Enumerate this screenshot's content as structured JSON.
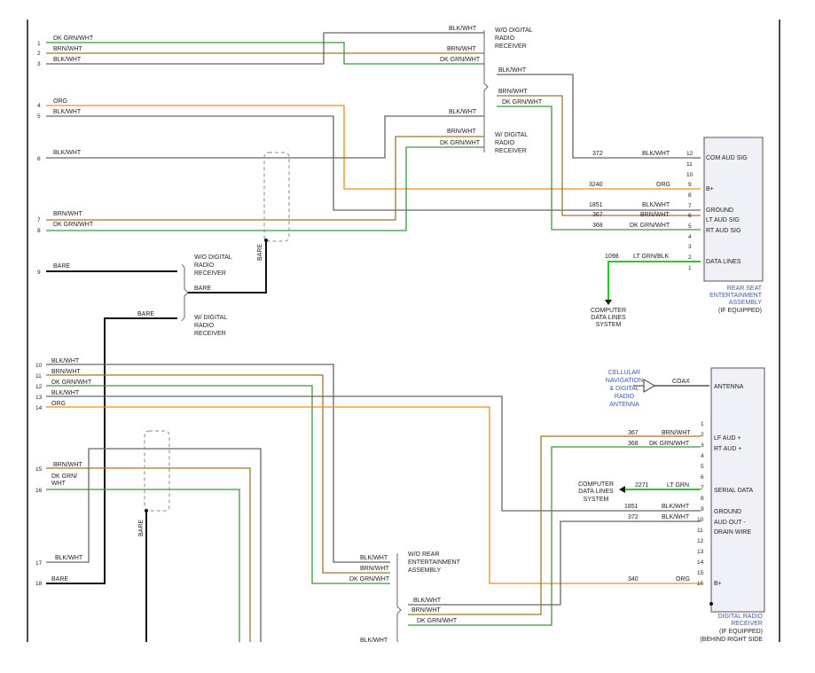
{
  "colors": {
    "blk_wht": "#666666",
    "brn_wht": "#a0782c",
    "dk_grn_wht": "#3a9a3a",
    "org": "#f08c1a",
    "lt_grn": "#22cc22",
    "bare": "#111111",
    "label_blue": "#3b5aa8"
  },
  "pins_left": [
    "1",
    "2",
    "3",
    "4",
    "5",
    "6",
    "7",
    "8",
    "9",
    "10",
    "11",
    "12",
    "13",
    "14",
    "15",
    "16",
    "17",
    "18"
  ],
  "wire_labels": {
    "p1": "DK GRN/WHT",
    "p2": "BRN/WHT",
    "p3": "BLK/WHT",
    "p4": "ORG",
    "p5": "BLK/WHT",
    "p6": "BLK/WHT",
    "p7": "BRN/WHT",
    "p8": "DK GRN/WHT",
    "p9": "BARE",
    "p10": "BLK/WHT",
    "p11": "BRN/WHT",
    "p12": "DK GRN/WHT",
    "p13": "BLK/WHT",
    "p14": "ORG",
    "p15": "BRN/WHT",
    "p16_a": "DK GRN/",
    "p16_b": "WHT",
    "p17": "BLK/WHT",
    "p18": "BARE",
    "top_a": "BLK/WHT",
    "top_b": "BRN/WHT",
    "top_c": "DK GRN/WHT",
    "mid_a": "BLK/WHT",
    "mid_b": "BRN/WHT",
    "mid_c": "DK GRN/WHT",
    "right_a": "BLK/WHT",
    "right_b": "BRN/WHT",
    "right_c": "DK GRN/WHT",
    "bare_mid": "BARE",
    "bare_low": "BARE",
    "bare_v1": "BARE",
    "bare_v2": "BARE",
    "wo_rear_1": "BLK/WHT",
    "wo_rear_2": "BRN/WHT",
    "wo_rear_3": "DK GRN/WHT",
    "bot_1": "BLK/WHT",
    "bot_2": "BRN/WHT",
    "bot_3": "DK GRN/WHT",
    "bot_4": "BLK/WHT"
  },
  "splice_labels": {
    "wo_digital_top": [
      "W/O DIGITAL",
      "RADIO",
      "RECEIVER"
    ],
    "w_digital_top": [
      "W/ DIGITAL",
      "RADIO",
      "RECEIVER"
    ],
    "wo_digital_mid": [
      "W/O DIGITAL",
      "RADIO",
      "RECEIVER"
    ],
    "w_digital_mid": [
      "W/ DIGITAL",
      "RADIO",
      "RECEIVER"
    ],
    "wo_rear": [
      "W/O REAR",
      "ENTERTAINMENT",
      "ASSEMBLY"
    ]
  },
  "rear_seat": {
    "pins": [
      "12",
      "11",
      "10",
      "9",
      "8",
      "7",
      "6",
      "5",
      "4",
      "3",
      "2",
      "1"
    ],
    "pin_labels": {
      "12": "COM AUD SIG",
      "9": "B+",
      "7": "GROUND",
      "6": "LT AUD SIG",
      "5": "RT AUD SIG",
      "2": "DATA LINES"
    },
    "circuits": [
      {
        "num": "372",
        "color": "BLK/WHT"
      },
      {
        "num": "3240",
        "color": "ORG"
      },
      {
        "num": "1851",
        "color": "BLK/WHT"
      },
      {
        "num": "367",
        "color": "BRN/WHT"
      },
      {
        "num": "368",
        "color": "DK GRN/WHT"
      },
      {
        "num": "1098",
        "color": "LT GRN/BLK"
      }
    ],
    "title": [
      "REAR SEAT",
      "ENTERTAINMENT",
      "ASSEMBLY"
    ],
    "note": "(IF EQUIPPED)"
  },
  "computer_data_top": [
    "COMPUTER",
    "DATA LINES",
    "SYSTEM"
  ],
  "digital_radio": {
    "pins": [
      "1",
      "2",
      "3",
      "4",
      "5",
      "6",
      "7",
      "8",
      "9",
      "10",
      "11",
      "12",
      "13",
      "14",
      "15",
      "16"
    ],
    "antenna_label": "ANTENNA",
    "pin_labels": {
      "2": "LF AUD +",
      "3": "RT AUD +",
      "7": "SERIAL DATA",
      "9": "GROUND",
      "10": "AUD OUT -",
      "11": "DRAIN WIRE",
      "16": "B+"
    },
    "circuits": [
      {
        "num": "367",
        "color": "BRN/WHT"
      },
      {
        "num": "368",
        "color": "DK GRN/WHT"
      },
      {
        "num": "2271",
        "color": "LT GRN"
      },
      {
        "num": "1851",
        "color": "BLK/WHT"
      },
      {
        "num": "372",
        "color": "BLK/WHT"
      },
      {
        "num": "340",
        "color": "ORG"
      }
    ],
    "title": [
      "DIGITAL RADIO",
      "RECEIVER"
    ],
    "note_1": "(IF EQUIPPED)",
    "note_2": "(BEHIND RIGHT SIDE"
  },
  "coax_label": "COAX",
  "cellular": [
    "CELLULAR",
    "NAVIGATION",
    "& DIGITAL",
    "RADIO",
    "ANTENNA"
  ],
  "computer_data_bot": [
    "COMPUTER",
    "DATA LINES",
    "SYSTEM"
  ]
}
